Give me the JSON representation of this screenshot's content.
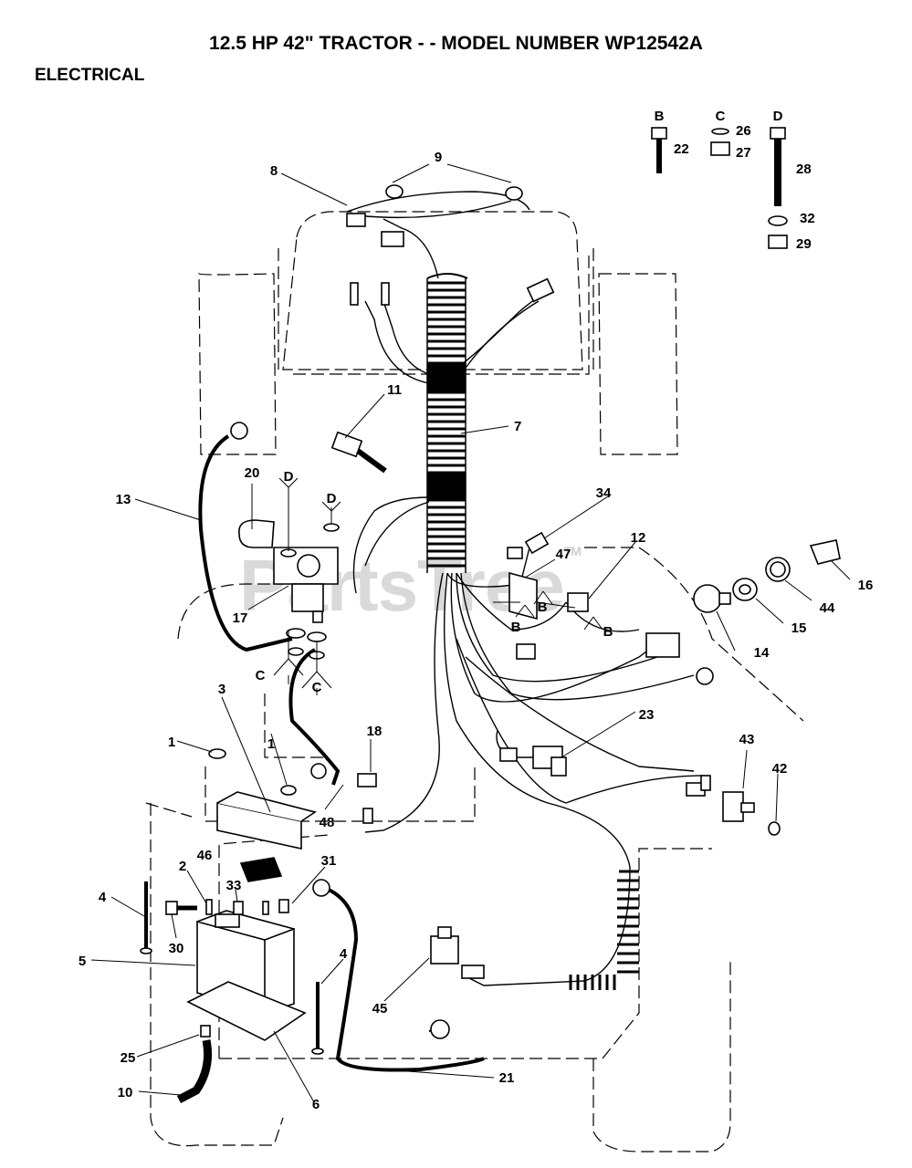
{
  "title": "12.5 HP 42\" TRACTOR - - MODEL NUMBER WP12542A",
  "section": "ELECTRICAL",
  "watermark": "PartsTree",
  "watermark_tm": "TM",
  "hardware_letters": [
    "B",
    "C",
    "D"
  ],
  "callouts": {
    "c1a": "1",
    "c1b": "1",
    "c2": "2",
    "c3": "3",
    "c4a": "4",
    "c4b": "4",
    "c5": "5",
    "c6": "6",
    "c7": "7",
    "c8": "8",
    "c9": "9",
    "c10": "10",
    "c11": "11",
    "c12": "12",
    "c13": "13",
    "c14": "14",
    "c15": "15",
    "c16": "16",
    "c17": "17",
    "c18": "18",
    "c20": "20",
    "c21": "21",
    "c22": "22",
    "c23": "23",
    "c25": "25",
    "c26": "26",
    "c27": "27",
    "c28": "28",
    "c29": "29",
    "c30": "30",
    "c31": "31",
    "c32": "32",
    "c33": "33",
    "c34": "34",
    "c42": "42",
    "c43": "43",
    "c44": "44",
    "c45": "45",
    "c46": "46",
    "c47": "47",
    "c48": "48"
  },
  "ref_letters": {
    "d1": "D",
    "d2": "D",
    "c1": "C",
    "c2": "C",
    "b1": "B",
    "b2": "B",
    "b3": "B"
  }
}
